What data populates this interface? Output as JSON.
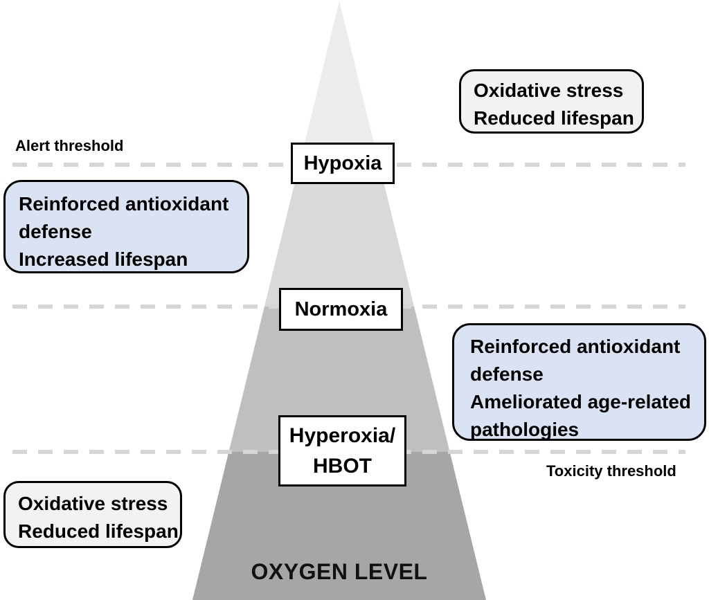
{
  "diagram": {
    "title": "OXYGEN LEVEL",
    "thresholds": {
      "alert_label": "Alert threshold",
      "toxicity_label": "Toxicity threshold"
    },
    "levels": {
      "hypoxia_label": "Hypoxia",
      "normoxia_label": "Normoxia",
      "hyperoxia_label": "Hyperoxia/\nHBOT"
    },
    "callouts": {
      "hypoxia_effect": "Oxidative stress\nReduced lifespan",
      "mild_hypoxia_effect": "Reinforced antioxidant\ndefense\nIncreased lifespan",
      "mild_hyperoxia_effect": "Reinforced antioxidant\ndefense\nAmeliorated age-related\npathologies",
      "hyperoxia_effect": "Oxidative stress\nReduced lifespan"
    },
    "colors": {
      "zone_above_alert": "#ececec",
      "zone_hypoxia": "#d9d9d9",
      "zone_normoxia": "#bfbfbf",
      "zone_hyperoxia": "#a6a6a6",
      "dash_line": "#d6d6d6",
      "callout_blue": "#dae3f3",
      "callout_gray": "#f2f2f2"
    }
  }
}
